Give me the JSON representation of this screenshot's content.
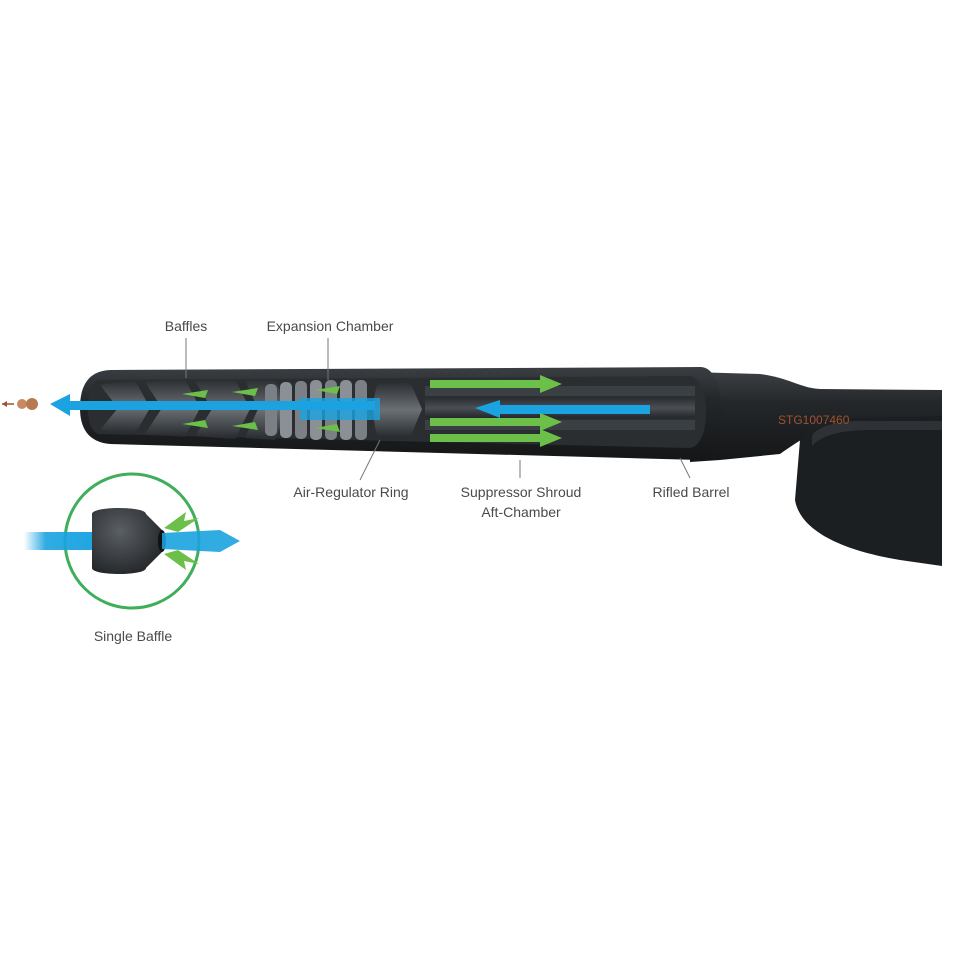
{
  "labels": {
    "baffles": "Baffles",
    "expansion_chamber": "Expansion Chamber",
    "air_regulator_ring": "Air-Regulator Ring",
    "suppressor_shroud": "Suppressor Shroud",
    "aft_chamber": "Aft-Chamber",
    "rifled_barrel": "Rifled Barrel",
    "single_baffle": "Single Baffle"
  },
  "serial_text": "STG1007460",
  "colors": {
    "body": "#1f2225",
    "body_highlight": "#3a3e42",
    "air_flow_blue": "#1aa3e0",
    "gas_flow_green": "#6cc04a",
    "inset_ring": "#3fae5a",
    "serial": "#a0522d",
    "label_text": "#4a4a4a",
    "leader_line": "#777777"
  },
  "icons": [
    "pellet-icon"
  ]
}
